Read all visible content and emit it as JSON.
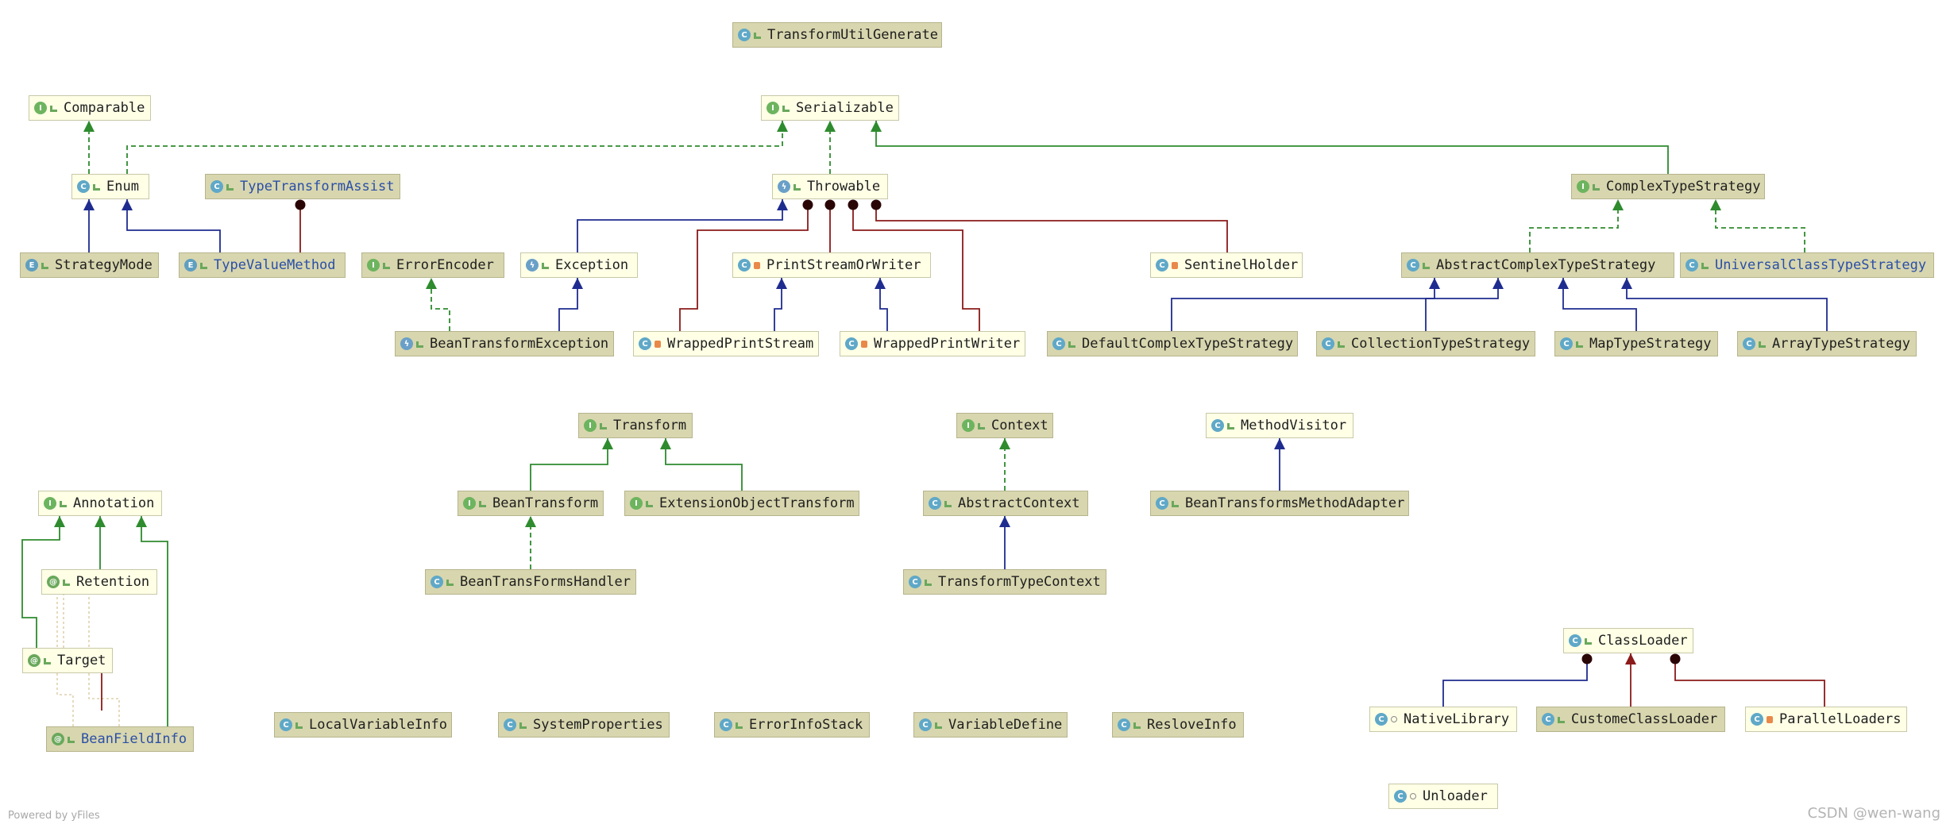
{
  "nodes": [
    {
      "id": "TransformUtilGenerate",
      "label": "TransformUtilGenerate",
      "kind": "class",
      "badge": "C",
      "visibility": "public"
    },
    {
      "id": "Comparable",
      "label": "Comparable",
      "kind": "interface",
      "badge": "I",
      "visibility": "public"
    },
    {
      "id": "Serializable",
      "label": "Serializable",
      "kind": "interface",
      "badge": "I",
      "visibility": "public"
    },
    {
      "id": "Enum",
      "label": "Enum",
      "kind": "light",
      "badge": "C",
      "visibility": "public"
    },
    {
      "id": "TypeTransformAssist",
      "label": "TypeTransformAssist",
      "kind": "class",
      "badge": "C",
      "visibility": "public",
      "link": true
    },
    {
      "id": "Throwable",
      "label": "Throwable",
      "kind": "exception",
      "badge": "X",
      "visibility": "public"
    },
    {
      "id": "ComplexTypeStrategy",
      "label": "ComplexTypeStrategy",
      "kind": "class",
      "badge": "I",
      "visibility": "public"
    },
    {
      "id": "StrategyMode",
      "label": "StrategyMode",
      "kind": "enum",
      "badge": "E",
      "visibility": "public"
    },
    {
      "id": "TypeValueMethod",
      "label": "TypeValueMethod",
      "kind": "enum",
      "badge": "E",
      "visibility": "public",
      "link": true
    },
    {
      "id": "ErrorEncoder",
      "label": "ErrorEncoder",
      "kind": "class",
      "badge": "I",
      "visibility": "public"
    },
    {
      "id": "Exception",
      "label": "Exception",
      "kind": "exception",
      "badge": "X",
      "visibility": "public"
    },
    {
      "id": "PrintStreamOrWriter",
      "label": "PrintStreamOrWriter",
      "kind": "light",
      "badge": "C",
      "visibility": "private"
    },
    {
      "id": "SentinelHolder",
      "label": "SentinelHolder",
      "kind": "light",
      "badge": "C",
      "visibility": "private"
    },
    {
      "id": "AbstractComplexTypeStrategy",
      "label": "AbstractComplexTypeStrategy",
      "kind": "class",
      "badge": "C",
      "visibility": "public"
    },
    {
      "id": "UniversalClassTypeStrategy",
      "label": "UniversalClassTypeStrategy",
      "kind": "class",
      "badge": "C",
      "visibility": "public",
      "link": true
    },
    {
      "id": "BeanTransformException",
      "label": "BeanTransformException",
      "kind": "class",
      "badge": "X",
      "visibility": "public"
    },
    {
      "id": "WrappedPrintStream",
      "label": "WrappedPrintStream",
      "kind": "light",
      "badge": "C",
      "visibility": "private"
    },
    {
      "id": "WrappedPrintWriter",
      "label": "WrappedPrintWriter",
      "kind": "light",
      "badge": "C",
      "visibility": "private"
    },
    {
      "id": "DefaultComplexTypeStrategy",
      "label": "DefaultComplexTypeStrategy",
      "kind": "class",
      "badge": "C",
      "visibility": "public"
    },
    {
      "id": "CollectionTypeStrategy",
      "label": "CollectionTypeStrategy",
      "kind": "class",
      "badge": "C",
      "visibility": "public"
    },
    {
      "id": "MapTypeStrategy",
      "label": "MapTypeStrategy",
      "kind": "class",
      "badge": "C",
      "visibility": "public"
    },
    {
      "id": "ArrayTypeStrategy",
      "label": "ArrayTypeStrategy",
      "kind": "class",
      "badge": "C",
      "visibility": "public"
    },
    {
      "id": "Transform",
      "label": "Transform",
      "kind": "class",
      "badge": "I",
      "visibility": "public"
    },
    {
      "id": "Context",
      "label": "Context",
      "kind": "class",
      "badge": "I",
      "visibility": "public"
    },
    {
      "id": "MethodVisitor",
      "label": "MethodVisitor",
      "kind": "light",
      "badge": "C",
      "visibility": "public"
    },
    {
      "id": "Annotation",
      "label": "Annotation",
      "kind": "interface",
      "badge": "I",
      "visibility": "public"
    },
    {
      "id": "BeanTransform",
      "label": "BeanTransform",
      "kind": "class",
      "badge": "I",
      "visibility": "public"
    },
    {
      "id": "ExtensionObjectTransform",
      "label": "ExtensionObjectTransform",
      "kind": "class",
      "badge": "I",
      "visibility": "public"
    },
    {
      "id": "AbstractContext",
      "label": "AbstractContext",
      "kind": "class",
      "badge": "C",
      "visibility": "public"
    },
    {
      "id": "BeanTransformsMethodAdapter",
      "label": "BeanTransformsMethodAdapter",
      "kind": "class",
      "badge": "C",
      "visibility": "public"
    },
    {
      "id": "Retention",
      "label": "Retention",
      "kind": "annotation",
      "badge": "@",
      "visibility": "public"
    },
    {
      "id": "BeanTransFormsHandler",
      "label": "BeanTransFormsHandler",
      "kind": "class",
      "badge": "C",
      "visibility": "public"
    },
    {
      "id": "TransformTypeContext",
      "label": "TransformTypeContext",
      "kind": "class",
      "badge": "C",
      "visibility": "public"
    },
    {
      "id": "Target",
      "label": "Target",
      "kind": "annotation",
      "badge": "@",
      "visibility": "public"
    },
    {
      "id": "ClassLoader",
      "label": "ClassLoader",
      "kind": "light",
      "badge": "C",
      "visibility": "public"
    },
    {
      "id": "LocalVariableInfo",
      "label": "LocalVariableInfo",
      "kind": "class",
      "badge": "C",
      "visibility": "public"
    },
    {
      "id": "SystemProperties",
      "label": "SystemProperties",
      "kind": "class",
      "badge": "C",
      "visibility": "public"
    },
    {
      "id": "ErrorInfoStack",
      "label": "ErrorInfoStack",
      "kind": "class",
      "badge": "C",
      "visibility": "public"
    },
    {
      "id": "VariableDefine",
      "label": "VariableDefine",
      "kind": "class",
      "badge": "C",
      "visibility": "public"
    },
    {
      "id": "ResloveInfo",
      "label": "ResloveInfo",
      "kind": "class",
      "badge": "C",
      "visibility": "public"
    },
    {
      "id": "NativeLibrary",
      "label": "NativeLibrary",
      "kind": "light",
      "badge": "C",
      "visibility": "package"
    },
    {
      "id": "CustomeClassLoader",
      "label": "CustomeClassLoader",
      "kind": "class",
      "badge": "C",
      "visibility": "public"
    },
    {
      "id": "ParallelLoaders",
      "label": "ParallelLoaders",
      "kind": "light",
      "badge": "C",
      "visibility": "private"
    },
    {
      "id": "BeanFieldInfo",
      "label": "BeanFieldInfo",
      "kind": "class",
      "badge": "@",
      "visibility": "public",
      "link": true
    },
    {
      "id": "Unloader",
      "label": "Unloader",
      "kind": "light",
      "badge": "C",
      "visibility": "package"
    }
  ],
  "edges": [
    {
      "from": "Enum",
      "to": "Comparable",
      "type": "implements"
    },
    {
      "from": "Enum",
      "to": "Serializable",
      "type": "implements"
    },
    {
      "from": "Throwable",
      "to": "Serializable",
      "type": "implements"
    },
    {
      "from": "ComplexTypeStrategy",
      "to": "Serializable",
      "type": "extends-interface"
    },
    {
      "from": "StrategyMode",
      "to": "Enum",
      "type": "extends"
    },
    {
      "from": "TypeValueMethod",
      "to": "Enum",
      "type": "extends"
    },
    {
      "from": "TypeValueMethod",
      "to": "TypeTransformAssist",
      "type": "inner"
    },
    {
      "from": "Exception",
      "to": "Throwable",
      "type": "extends"
    },
    {
      "from": "PrintStreamOrWriter",
      "to": "Throwable",
      "type": "inner"
    },
    {
      "from": "WrappedPrintStream",
      "to": "Throwable",
      "type": "inner"
    },
    {
      "from": "WrappedPrintWriter",
      "to": "Throwable",
      "type": "inner"
    },
    {
      "from": "SentinelHolder",
      "to": "Throwable",
      "type": "inner"
    },
    {
      "from": "BeanTransformException",
      "to": "ErrorEncoder",
      "type": "implements"
    },
    {
      "from": "BeanTransformException",
      "to": "Exception",
      "type": "extends"
    },
    {
      "from": "WrappedPrintStream",
      "to": "PrintStreamOrWriter",
      "type": "extends"
    },
    {
      "from": "WrappedPrintWriter",
      "to": "PrintStreamOrWriter",
      "type": "extends"
    },
    {
      "from": "AbstractComplexTypeStrategy",
      "to": "ComplexTypeStrategy",
      "type": "implements"
    },
    {
      "from": "UniversalClassTypeStrategy",
      "to": "ComplexTypeStrategy",
      "type": "implements"
    },
    {
      "from": "DefaultComplexTypeStrategy",
      "to": "AbstractComplexTypeStrategy",
      "type": "extends"
    },
    {
      "from": "CollectionTypeStrategy",
      "to": "AbstractComplexTypeStrategy",
      "type": "extends"
    },
    {
      "from": "MapTypeStrategy",
      "to": "AbstractComplexTypeStrategy",
      "type": "extends"
    },
    {
      "from": "ArrayTypeStrategy",
      "to": "AbstractComplexTypeStrategy",
      "type": "extends"
    },
    {
      "from": "BeanTransform",
      "to": "Transform",
      "type": "extends-interface"
    },
    {
      "from": "ExtensionObjectTransform",
      "to": "Transform",
      "type": "extends-interface"
    },
    {
      "from": "BeanTransFormsHandler",
      "to": "BeanTransform",
      "type": "implements"
    },
    {
      "from": "AbstractContext",
      "to": "Context",
      "type": "implements"
    },
    {
      "from": "TransformTypeContext",
      "to": "AbstractContext",
      "type": "extends"
    },
    {
      "from": "BeanTransformsMethodAdapter",
      "to": "MethodVisitor",
      "type": "extends"
    },
    {
      "from": "Retention",
      "to": "Annotation",
      "type": "extends-interface"
    },
    {
      "from": "Target",
      "to": "Annotation",
      "type": "extends-interface"
    },
    {
      "from": "BeanFieldInfo",
      "to": "Annotation",
      "type": "extends-interface"
    },
    {
      "from": "Target",
      "to": "Retention",
      "type": "annotated"
    },
    {
      "from": "BeanFieldInfo",
      "to": "Retention",
      "type": "annotated"
    },
    {
      "from": "BeanFieldInfo",
      "to": "Target",
      "type": "annotated"
    },
    {
      "from": "NativeLibrary",
      "to": "ClassLoader",
      "type": "inner"
    },
    {
      "from": "CustomeClassLoader",
      "to": "ClassLoader",
      "type": "extends"
    },
    {
      "from": "ParallelLoaders",
      "to": "ClassLoader",
      "type": "inner"
    },
    {
      "from": "Unloader",
      "to": "NativeLibrary",
      "type": "inner"
    }
  ],
  "colors": {
    "extends": "#1f2c8f",
    "implements": "#2e8b2e",
    "inner": "#8b1a1a",
    "annotated": "#d8c79a",
    "link_text": "#2a4fa8"
  },
  "watermark_left": "Powered by yFiles",
  "watermark_right": "CSDN @wen-wang"
}
